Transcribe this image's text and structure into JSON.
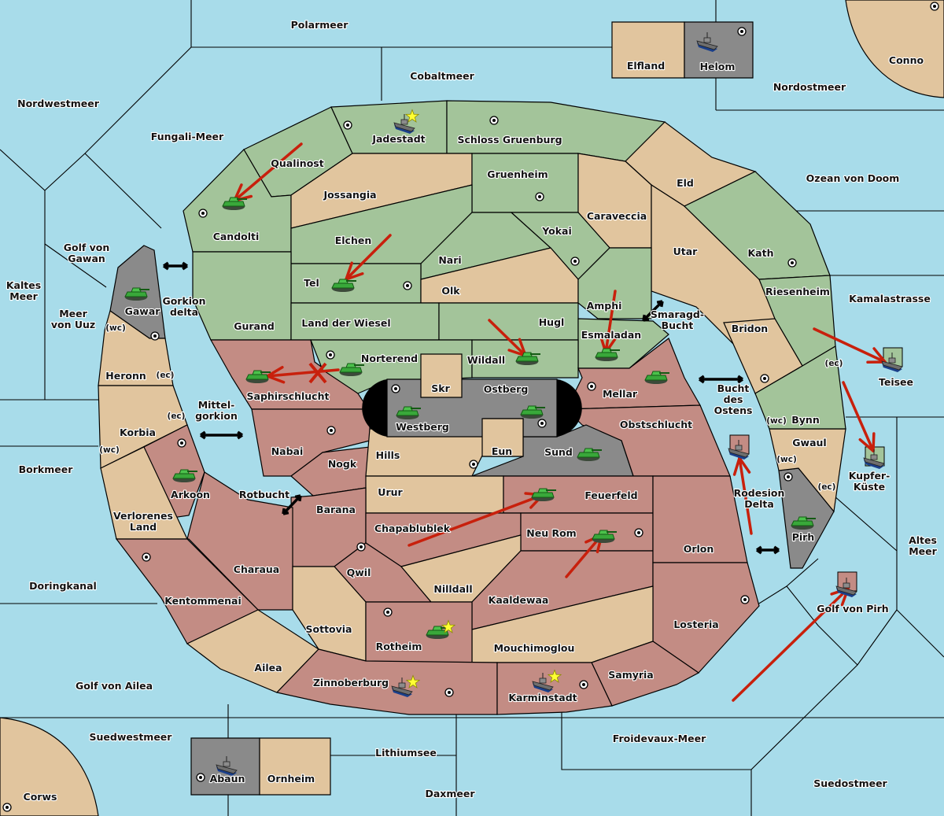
{
  "map": {
    "colors": {
      "sea": "#a8dcea",
      "green_power": "#a3c49a",
      "red_power": "#c38c84",
      "grey_power": "#8a8a8a",
      "neutral": "#e1c59e",
      "order_arrow": "#c8200c",
      "star": "#ffff33"
    },
    "territory_labels": [
      {
        "name": "Polarmeer",
        "type": "sea"
      },
      {
        "name": "Cobaltmeer",
        "type": "sea"
      },
      {
        "name": "Nordwestmeer",
        "type": "sea"
      },
      {
        "name": "Fungali-Meer",
        "type": "sea"
      },
      {
        "name": "Nordostmeer",
        "type": "sea"
      },
      {
        "name": "Ozean von Doom",
        "type": "sea"
      },
      {
        "name": "Kamalastrasse",
        "type": "sea"
      },
      {
        "name": "Golf von Gawan",
        "type": "sea"
      },
      {
        "name": "Kaltes Meer",
        "type": "sea"
      },
      {
        "name": "Meer von Uuz",
        "type": "sea"
      },
      {
        "name": "Gorkion delta",
        "type": "sea"
      },
      {
        "name": "Mittel-gorkion",
        "type": "sea"
      },
      {
        "name": "Borkmeer",
        "type": "sea"
      },
      {
        "name": "Rotbucht",
        "type": "sea"
      },
      {
        "name": "Doringkanal",
        "type": "sea"
      },
      {
        "name": "Golf von Ailea",
        "type": "sea"
      },
      {
        "name": "Suedwestmeer",
        "type": "sea"
      },
      {
        "name": "Lithiumsee",
        "type": "sea"
      },
      {
        "name": "Daxmeer",
        "type": "sea"
      },
      {
        "name": "Froidevaux-Meer",
        "type": "sea"
      },
      {
        "name": "Suedostmeer",
        "type": "sea"
      },
      {
        "name": "Altes Meer",
        "type": "sea"
      },
      {
        "name": "Golf von Pirh",
        "type": "sea"
      },
      {
        "name": "Rodesion Delta",
        "type": "sea"
      },
      {
        "name": "Bucht des Ostens",
        "type": "sea"
      },
      {
        "name": "Smaragd-Bucht",
        "type": "sea"
      },
      {
        "name": "Kupfer-Küste",
        "type": "sea"
      },
      {
        "name": "Teisee",
        "type": "sea"
      },
      {
        "name": "Elfland",
        "type": "neutral"
      },
      {
        "name": "Helom",
        "type": "grey"
      },
      {
        "name": "Conno",
        "type": "neutral"
      },
      {
        "name": "Jadestadt",
        "type": "green"
      },
      {
        "name": "Schloss Gruenburg",
        "type": "green"
      },
      {
        "name": "Qualinost",
        "type": "green"
      },
      {
        "name": "Jossangia",
        "type": "neutral"
      },
      {
        "name": "Gruenheim",
        "type": "green"
      },
      {
        "name": "Eld",
        "type": "neutral"
      },
      {
        "name": "Caraveccia",
        "type": "neutral"
      },
      {
        "name": "Candolti",
        "type": "green"
      },
      {
        "name": "Elchen",
        "type": "green"
      },
      {
        "name": "Yokai",
        "type": "green"
      },
      {
        "name": "Nari",
        "type": "green"
      },
      {
        "name": "Utar",
        "type": "neutral"
      },
      {
        "name": "Kath",
        "type": "green"
      },
      {
        "name": "Tel",
        "type": "green"
      },
      {
        "name": "Olk",
        "type": "neutral"
      },
      {
        "name": "Riesenheim",
        "type": "green"
      },
      {
        "name": "Amphi",
        "type": "green"
      },
      {
        "name": "Gurand",
        "type": "green"
      },
      {
        "name": "Land der Wiesel",
        "type": "green"
      },
      {
        "name": "Hugl",
        "type": "green"
      },
      {
        "name": "Bridon",
        "type": "neutral"
      },
      {
        "name": "Esmaladan",
        "type": "green"
      },
      {
        "name": "Gawar",
        "type": "grey"
      },
      {
        "name": "Norterend",
        "type": "green"
      },
      {
        "name": "Wildall",
        "type": "green"
      },
      {
        "name": "Heronn",
        "type": "neutral"
      },
      {
        "name": "Saphirschlucht",
        "type": "red"
      },
      {
        "name": "Skr",
        "type": "neutral"
      },
      {
        "name": "Ostberg",
        "type": "grey"
      },
      {
        "name": "Mellar",
        "type": "red"
      },
      {
        "name": "Westberg",
        "type": "grey"
      },
      {
        "name": "Obstschlucht",
        "type": "red"
      },
      {
        "name": "Bynn",
        "type": "green"
      },
      {
        "name": "Korbia",
        "type": "neutral"
      },
      {
        "name": "Nabai",
        "type": "red"
      },
      {
        "name": "Eun",
        "type": "neutral"
      },
      {
        "name": "Hills",
        "type": "neutral"
      },
      {
        "name": "Sund",
        "type": "grey"
      },
      {
        "name": "Gwaul",
        "type": "neutral"
      },
      {
        "name": "Nogk",
        "type": "red"
      },
      {
        "name": "Arkoon",
        "type": "red"
      },
      {
        "name": "Urur",
        "type": "neutral"
      },
      {
        "name": "Feuerfeld",
        "type": "red"
      },
      {
        "name": "Barana",
        "type": "red"
      },
      {
        "name": "Verlorenes Land",
        "type": "neutral"
      },
      {
        "name": "Chapablublek",
        "type": "red"
      },
      {
        "name": "Neu Rom",
        "type": "red"
      },
      {
        "name": "Pirh",
        "type": "grey"
      },
      {
        "name": "Orlon",
        "type": "red"
      },
      {
        "name": "Charaua",
        "type": "red"
      },
      {
        "name": "Qwil",
        "type": "red"
      },
      {
        "name": "Nilldall",
        "type": "neutral"
      },
      {
        "name": "Kentommenai",
        "type": "red"
      },
      {
        "name": "Kaaldewaa",
        "type": "red"
      },
      {
        "name": "Losteria",
        "type": "red"
      },
      {
        "name": "Sottovia",
        "type": "neutral"
      },
      {
        "name": "Rotheim",
        "type": "red"
      },
      {
        "name": "Mouchimoglou",
        "type": "neutral"
      },
      {
        "name": "Ailea",
        "type": "neutral"
      },
      {
        "name": "Samyria",
        "type": "red"
      },
      {
        "name": "Zinnoberburg",
        "type": "red"
      },
      {
        "name": "Karminstadt",
        "type": "red"
      },
      {
        "name": "Abaun",
        "type": "grey"
      },
      {
        "name": "Ornheim",
        "type": "neutral"
      },
      {
        "name": "Corws",
        "type": "neutral"
      }
    ],
    "coast_labels": [
      "(wc)",
      "(ec)",
      "(ec)",
      "(wc)",
      "(ec)",
      "(wc)",
      "(wc)",
      "(ec)"
    ],
    "units": [
      {
        "kind": "army",
        "power": "green",
        "at": "Candolti"
      },
      {
        "kind": "fleet",
        "power": "green",
        "at": "Jadestadt",
        "home_center": true
      },
      {
        "kind": "army",
        "power": "green",
        "at": "Tel"
      },
      {
        "kind": "army",
        "power": "grey",
        "at": "Gawar"
      },
      {
        "kind": "army",
        "power": "green",
        "at": "Norterend"
      },
      {
        "kind": "army",
        "power": "red",
        "at": "Saphirschlucht"
      },
      {
        "kind": "army",
        "power": "green",
        "at": "Wildall"
      },
      {
        "kind": "army",
        "power": "green",
        "at": "Esmaladan"
      },
      {
        "kind": "army",
        "power": "red",
        "at": "Mellar"
      },
      {
        "kind": "army",
        "power": "grey",
        "at": "Westberg"
      },
      {
        "kind": "army",
        "power": "grey",
        "at": "Ostberg"
      },
      {
        "kind": "army",
        "power": "grey",
        "at": "Sund"
      },
      {
        "kind": "army",
        "power": "red",
        "at": "Arkoon"
      },
      {
        "kind": "army",
        "power": "red",
        "at": "Feuerfeld"
      },
      {
        "kind": "army",
        "power": "red",
        "at": "Neu Rom"
      },
      {
        "kind": "army",
        "power": "red",
        "at": "Rotheim",
        "home_center": true
      },
      {
        "kind": "fleet",
        "power": "red",
        "at": "Zinnoberburg",
        "home_center": true
      },
      {
        "kind": "fleet",
        "power": "red",
        "at": "Karminstadt",
        "home_center": true
      },
      {
        "kind": "fleet",
        "power": "grey",
        "at": "Helom"
      },
      {
        "kind": "fleet",
        "power": "grey",
        "at": "Abaun"
      },
      {
        "kind": "fleet",
        "power": "green",
        "at": "Teisee"
      },
      {
        "kind": "fleet",
        "power": "green",
        "at": "Kupfer-Küste"
      },
      {
        "kind": "fleet",
        "power": "red",
        "at": "Bucht des Ostens"
      },
      {
        "kind": "fleet",
        "power": "red",
        "at": "Golf von Pirh"
      },
      {
        "kind": "army",
        "power": "grey",
        "at": "Pirh"
      }
    ],
    "orders": [
      {
        "from": "Qualinost",
        "to": "Candolti",
        "type": "move"
      },
      {
        "from": "Elchen",
        "to": "Tel",
        "type": "move"
      },
      {
        "from": "Norterend",
        "to": "Saphirschlucht",
        "type": "move",
        "failed": true,
        "failed_mark": "X"
      },
      {
        "from": "Hugl",
        "to": "Wildall",
        "type": "move"
      },
      {
        "from": "Amphi",
        "to": "Esmaladan",
        "type": "move"
      },
      {
        "from": "Riesenheim",
        "to": "Teisee",
        "type": "move"
      },
      {
        "from": "Bynn",
        "to": "Kupfer-Küste",
        "type": "move"
      },
      {
        "from": "Rodesion Delta",
        "to": "Bucht des Ostens",
        "type": "move"
      },
      {
        "from": "Chapablublek",
        "to": "Feuerfeld",
        "type": "move"
      },
      {
        "from": "Kaaldewaa",
        "to": "Neu Rom",
        "type": "move"
      },
      {
        "from": "Froidevaux-Meer",
        "to": "Golf von Pirh",
        "type": "move"
      }
    ],
    "canal_links": [
      "Gawar-Candolti",
      "Mittelgorkion",
      "Rotbucht",
      "Smaragd-Bucht",
      "Bucht des Ostens",
      "Rodesion Delta"
    ]
  }
}
